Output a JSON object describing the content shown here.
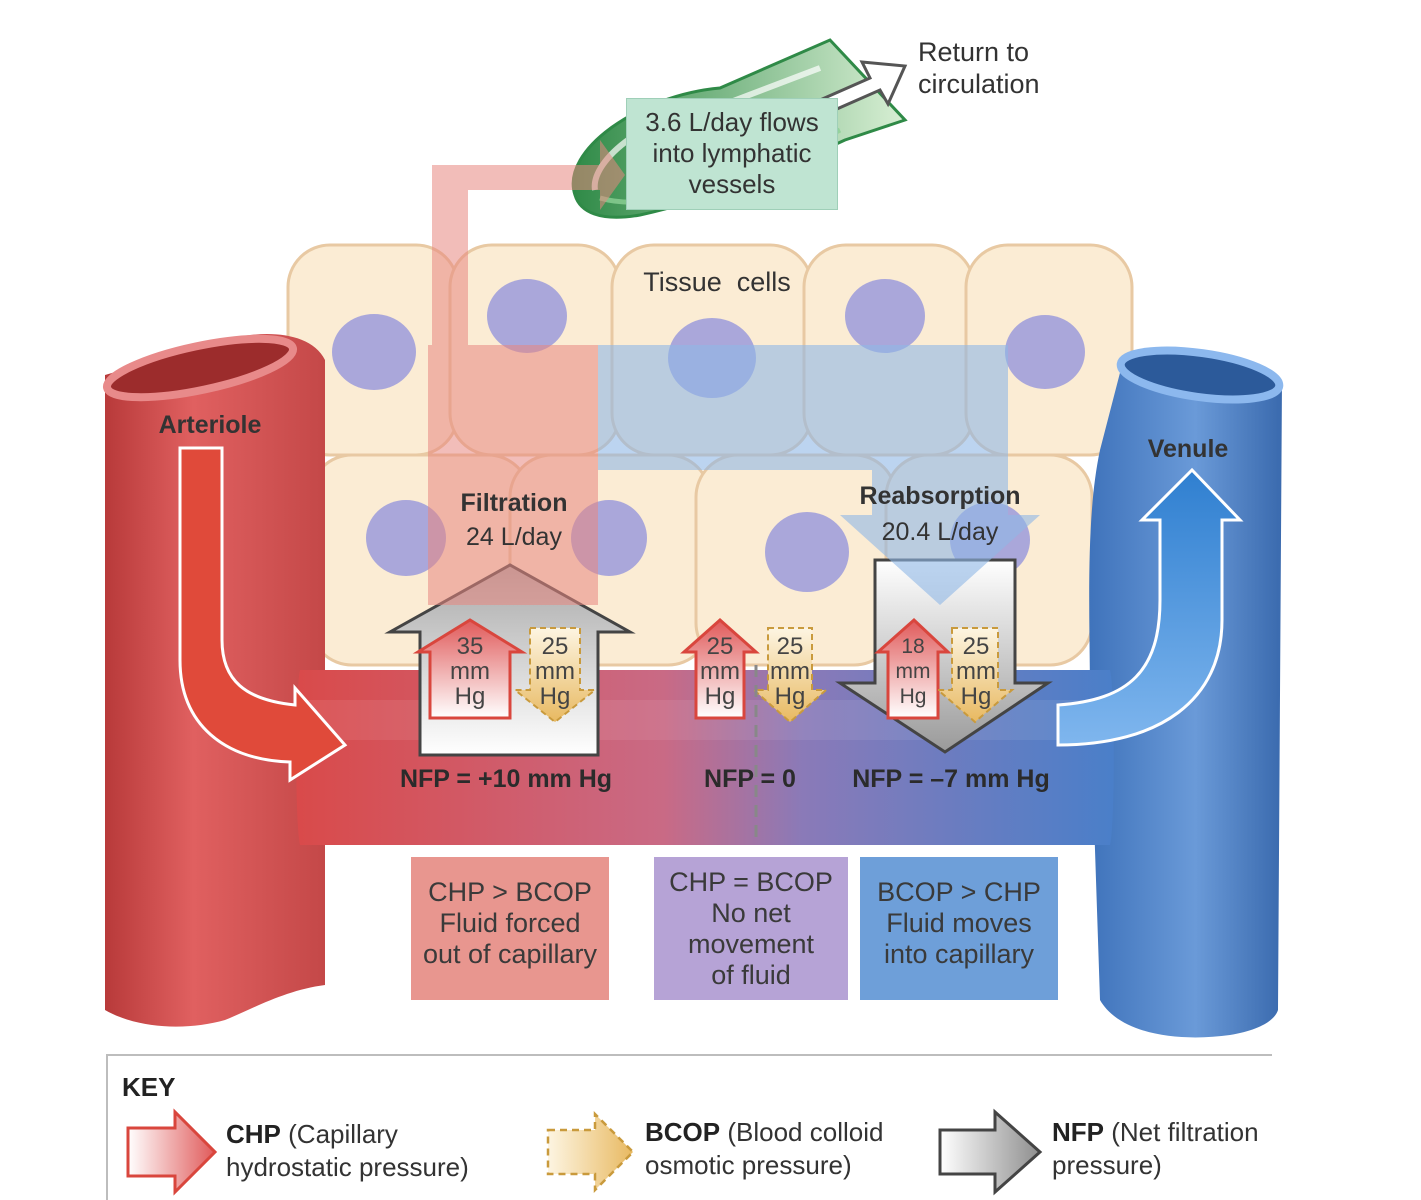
{
  "lymph": {
    "text": [
      "3.6 L/day flows",
      "into lymphatic",
      "vessels"
    ]
  },
  "return_label": [
    "Return to",
    "circulation"
  ],
  "tissue_label": "Tissue  cells",
  "arteriole_label": "Arteriole",
  "venule_label": "Venule",
  "filtration": {
    "title": "Filtration",
    "rate": "24 L/day"
  },
  "reabsorption": {
    "title": "Reabsorption",
    "rate": "20.4 L/day"
  },
  "pressures": {
    "left": {
      "chp": [
        "35",
        "mm",
        "Hg"
      ],
      "bcop": [
        "25",
        "mm",
        "Hg"
      ],
      "nfp": "NFP = +10 mm Hg"
    },
    "middle": {
      "chp": [
        "25",
        "mm",
        "Hg"
      ],
      "bcop": [
        "25",
        "mm",
        "Hg"
      ],
      "nfp": "NFP = 0"
    },
    "right": {
      "chp": [
        "18",
        "mm",
        "Hg"
      ],
      "bcop": [
        "25",
        "mm",
        "Hg"
      ],
      "nfp": "NFP = –7 mm Hg"
    }
  },
  "conditions": [
    {
      "lines": [
        "CHP > BCOP",
        "Fluid forced",
        "out of capillary"
      ],
      "color": "#e8968f"
    },
    {
      "lines": [
        "CHP = BCOP",
        "No net",
        "movement",
        "of fluid"
      ],
      "color": "#b6a3d6"
    },
    {
      "lines": [
        "BCOP > CHP",
        "Fluid moves",
        "into capillary"
      ],
      "color": "#6e9fd9"
    }
  ],
  "key": {
    "title": "KEY",
    "items": [
      {
        "abbr": "CHP",
        "desc1": " (Capillary",
        "desc2": "hydrostatic pressure)",
        "icon": "red-arrow-icon"
      },
      {
        "abbr": "BCOP",
        "desc1": " (Blood colloid",
        "desc2": "osmotic pressure)",
        "icon": "yellow-dashed-arrow-icon"
      },
      {
        "abbr": "NFP",
        "desc1": " (Net filtration",
        "desc2": "pressure)",
        "icon": "gray-arrow-icon"
      }
    ]
  },
  "colors": {
    "arterial": "#d94a4a",
    "venous": "#4a7fc9",
    "bcop": "#e8b961",
    "lymph": "#3f9b57",
    "cell": "#fbecd4",
    "nucleus": "#aaa7da"
  }
}
